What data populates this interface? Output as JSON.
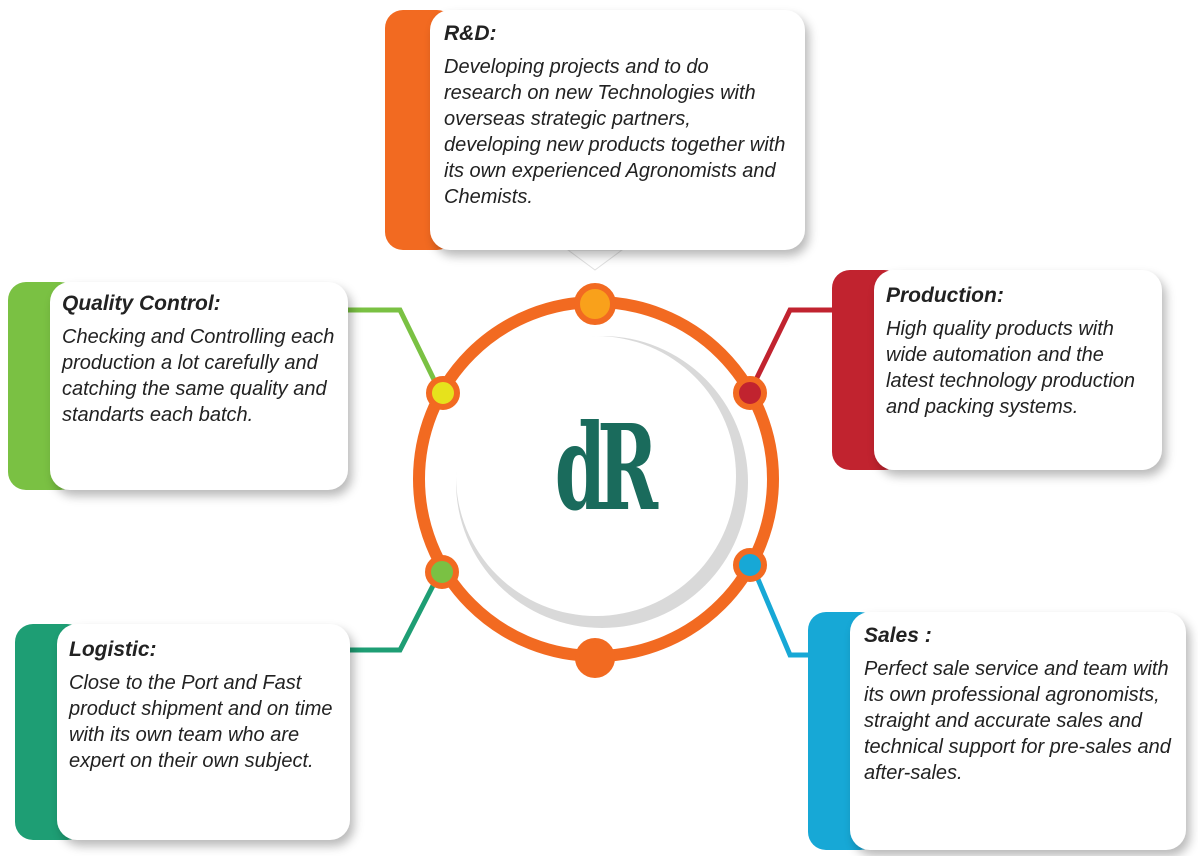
{
  "logo": {
    "text": "dR",
    "color": "#1a6b5c"
  },
  "colors": {
    "ring": "#f26a21",
    "rd": "#f26a21",
    "quality": "#7ac143",
    "production": "#c1232f",
    "logistic": "#1e9e74",
    "sales": "#17a8d6",
    "node_top": "#f9a11b",
    "node_left_top": "#e6e21c",
    "node_right_top": "#c1232f",
    "node_left_bottom": "#7ac143",
    "node_right_bottom": "#17a8d6",
    "node_bottom": "#f26a21"
  },
  "cards": {
    "rd": {
      "title": "R&D:",
      "body": "Developing projects and to do research on new Technologies with overseas strategic partners, developing new products together with its own experienced Agronomists and Chemists."
    },
    "quality": {
      "title": "Quality Control:",
      "body": "Checking and Controlling each production a lot carefully and catching the same quality and standarts each batch."
    },
    "production": {
      "title": "Production:",
      "body": "High quality products with wide automation and the latest technology production and packing systems."
    },
    "logistic": {
      "title": "Logistic:",
      "body": "Close to the Port and Fast product shipment and on time with its own team who are expert on their own subject."
    },
    "sales": {
      "title": "Sales :",
      "body": "Perfect sale service and team with its own professional agronomists, straight and accurate sales and technical support for pre-sales and after-sales."
    }
  }
}
